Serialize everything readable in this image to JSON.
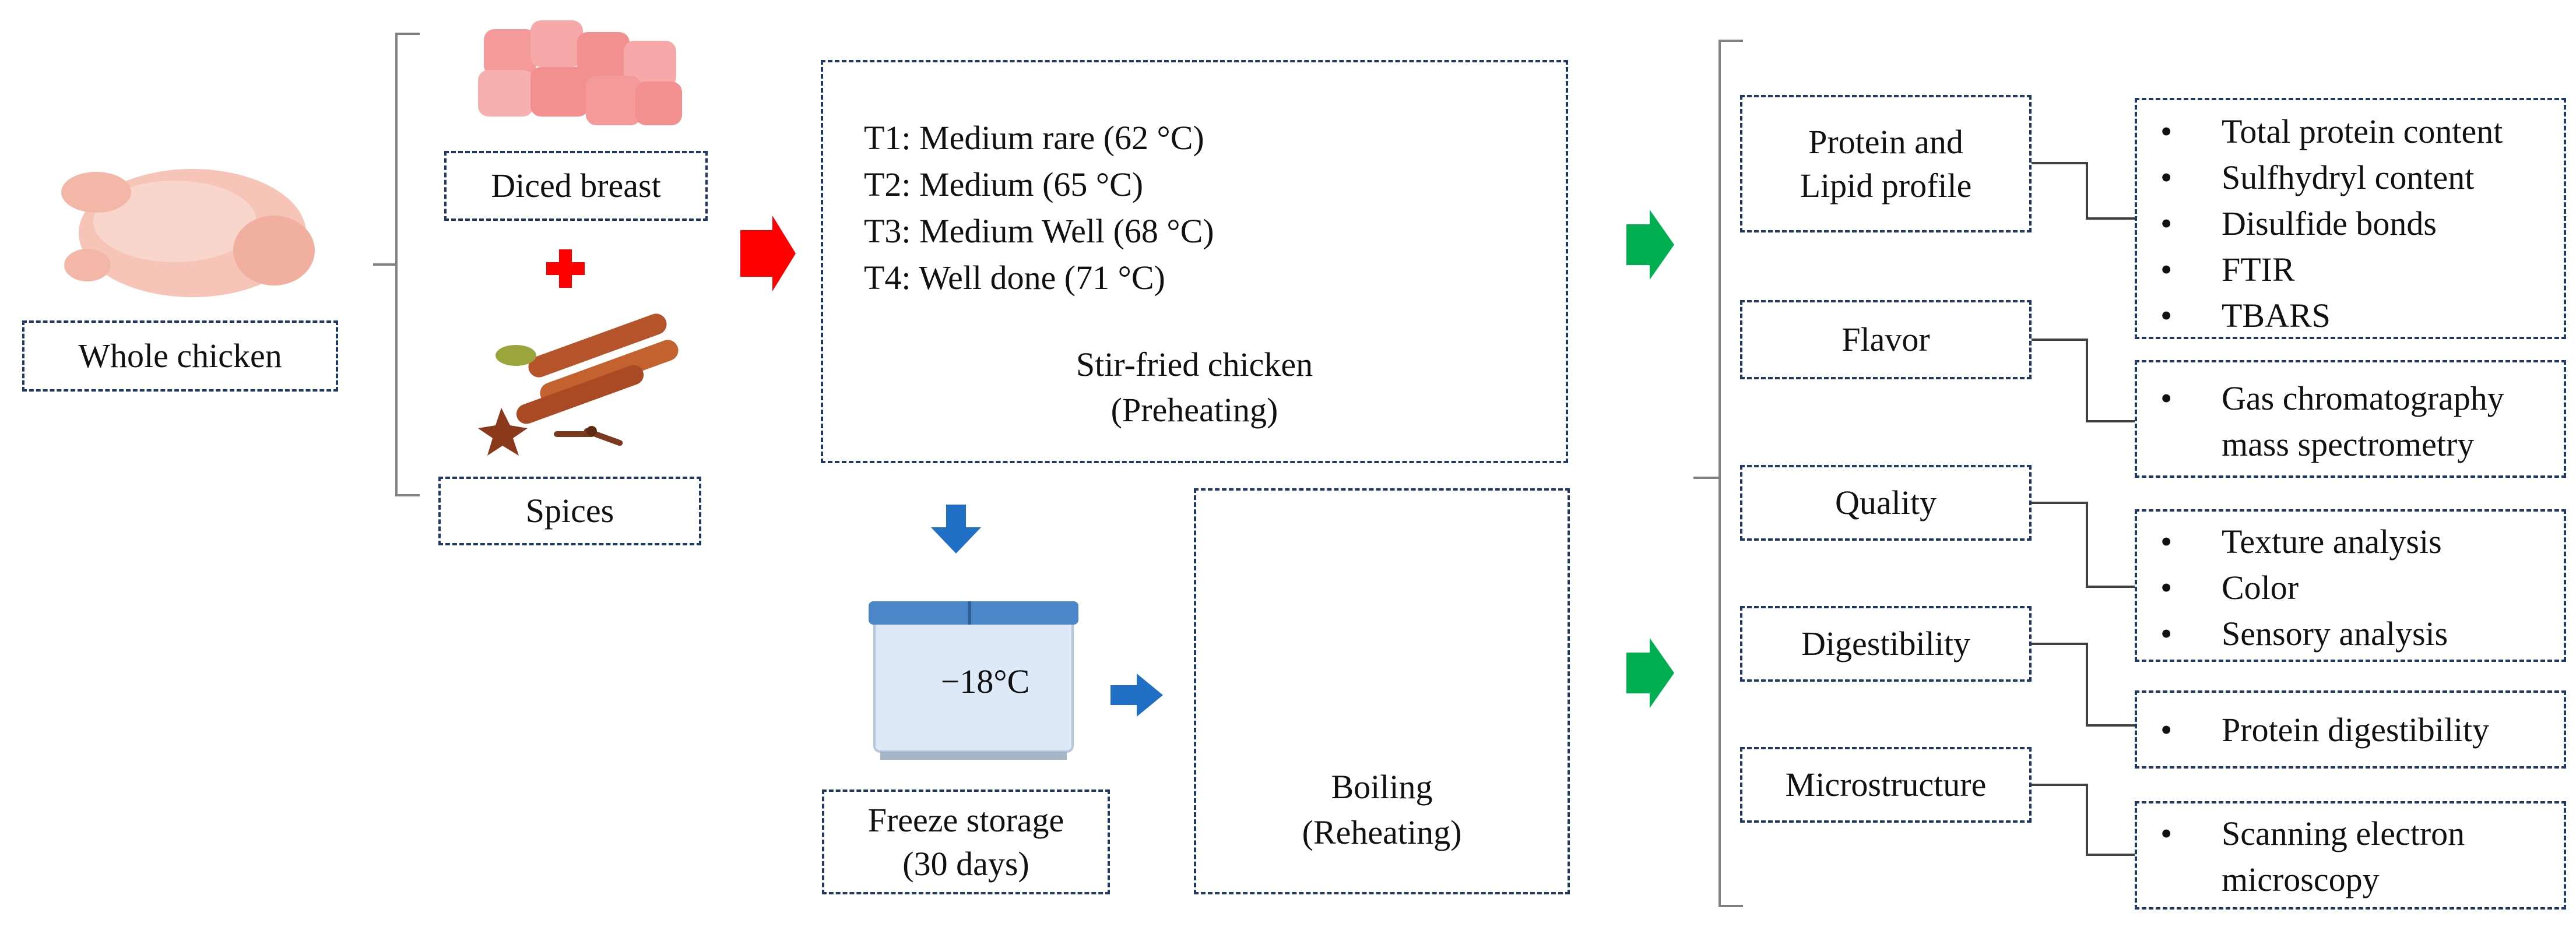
{
  "ingredients": {
    "whole_chicken": "Whole chicken",
    "diced_breast": "Diced breast",
    "spices": "Spices"
  },
  "preheating": {
    "treatments": [
      "T1: Medium rare (62 °C)",
      "T2: Medium (65 °C)",
      "T3: Medium Well (68 °C)",
      "T4: Well done (71 °C)"
    ],
    "caption_line1": "Stir-fried chicken",
    "caption_line2": "(Preheating)"
  },
  "storage": {
    "temperature": "−18°C",
    "label_line1": "Freeze storage",
    "label_line2": "(30 days)"
  },
  "reheating": {
    "label_line1": "Boiling",
    "label_line2": "(Reheating)"
  },
  "analyses": {
    "protein_lipid": {
      "label_line1": "Protein and",
      "label_line2": "Lipid profile",
      "items": [
        "Total protein content",
        "Sulfhydryl content",
        "Disulfide bonds",
        "FTIR",
        "TBARS"
      ]
    },
    "flavor": {
      "label": "Flavor",
      "items": [
        "Gas chromatography",
        "mass spectrometry"
      ]
    },
    "quality": {
      "label": "Quality",
      "items": [
        "Texture analysis",
        "Color",
        "Sensory analysis"
      ]
    },
    "digestibility": {
      "label": "Digestibility",
      "items": [
        "Protein digestibility"
      ]
    },
    "microstructure": {
      "label": "Microstructure",
      "items": [
        "Scanning electron",
        "microscopy"
      ]
    }
  },
  "colors": {
    "box_border": "#1f3864",
    "red_arrow": "#ff0000",
    "blue_arrow": "#1f6fc4",
    "green_arrow": "#00b050",
    "bracket": "#808080"
  }
}
